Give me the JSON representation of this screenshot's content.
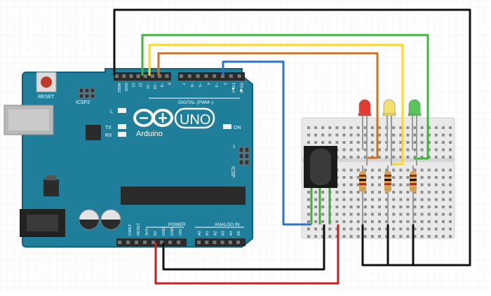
{
  "board": {
    "reset_label": "RESET",
    "icsp2_label": "ICSP2",
    "icsp_label": "ICSP",
    "icsp_pin1": "1",
    "digital_label": "DIGITAL (PWM~)",
    "brand": "Arduino",
    "model": "UNO",
    "on_label": "ON",
    "led_l": "L",
    "led_tx": "TX",
    "led_rx": "RX",
    "power_label": "POWER",
    "analog_label": "ANALOG IN",
    "header_top_labels": [
      "AREF",
      "GND",
      "13",
      "12",
      "~11",
      "~10",
      "~9",
      "8",
      "7",
      "~6",
      "~5",
      "4",
      "~3",
      "2",
      "TX▶1",
      "RX◀0"
    ],
    "header_bottom_labels": [
      "IOREF",
      "RESET",
      "3V3",
      "5V",
      "GND",
      "GND",
      "VIN",
      "A0",
      "A1",
      "A2",
      "A3",
      "A4",
      "A5"
    ]
  },
  "colors": {
    "board": "#1f7e9a",
    "board_edge": "#12617a",
    "wire_black": "#111111",
    "wire_green": "#3cb83a",
    "wire_yellow": "#ffd81a",
    "wire_orange": "#d1711f",
    "wire_blue": "#2d74c7",
    "wire_red": "#c9201f",
    "led_red": "#e33a32",
    "led_yellow": "#f4e06d",
    "led_green": "#58c65a",
    "breadboard": "#e8e8e8"
  },
  "components": {
    "leds": [
      {
        "name": "red-led",
        "color": "red"
      },
      {
        "name": "yellow-led",
        "color": "yellow"
      },
      {
        "name": "green-led",
        "color": "green"
      }
    ],
    "resistors": 3,
    "ir_receiver": "ir-receiver"
  }
}
